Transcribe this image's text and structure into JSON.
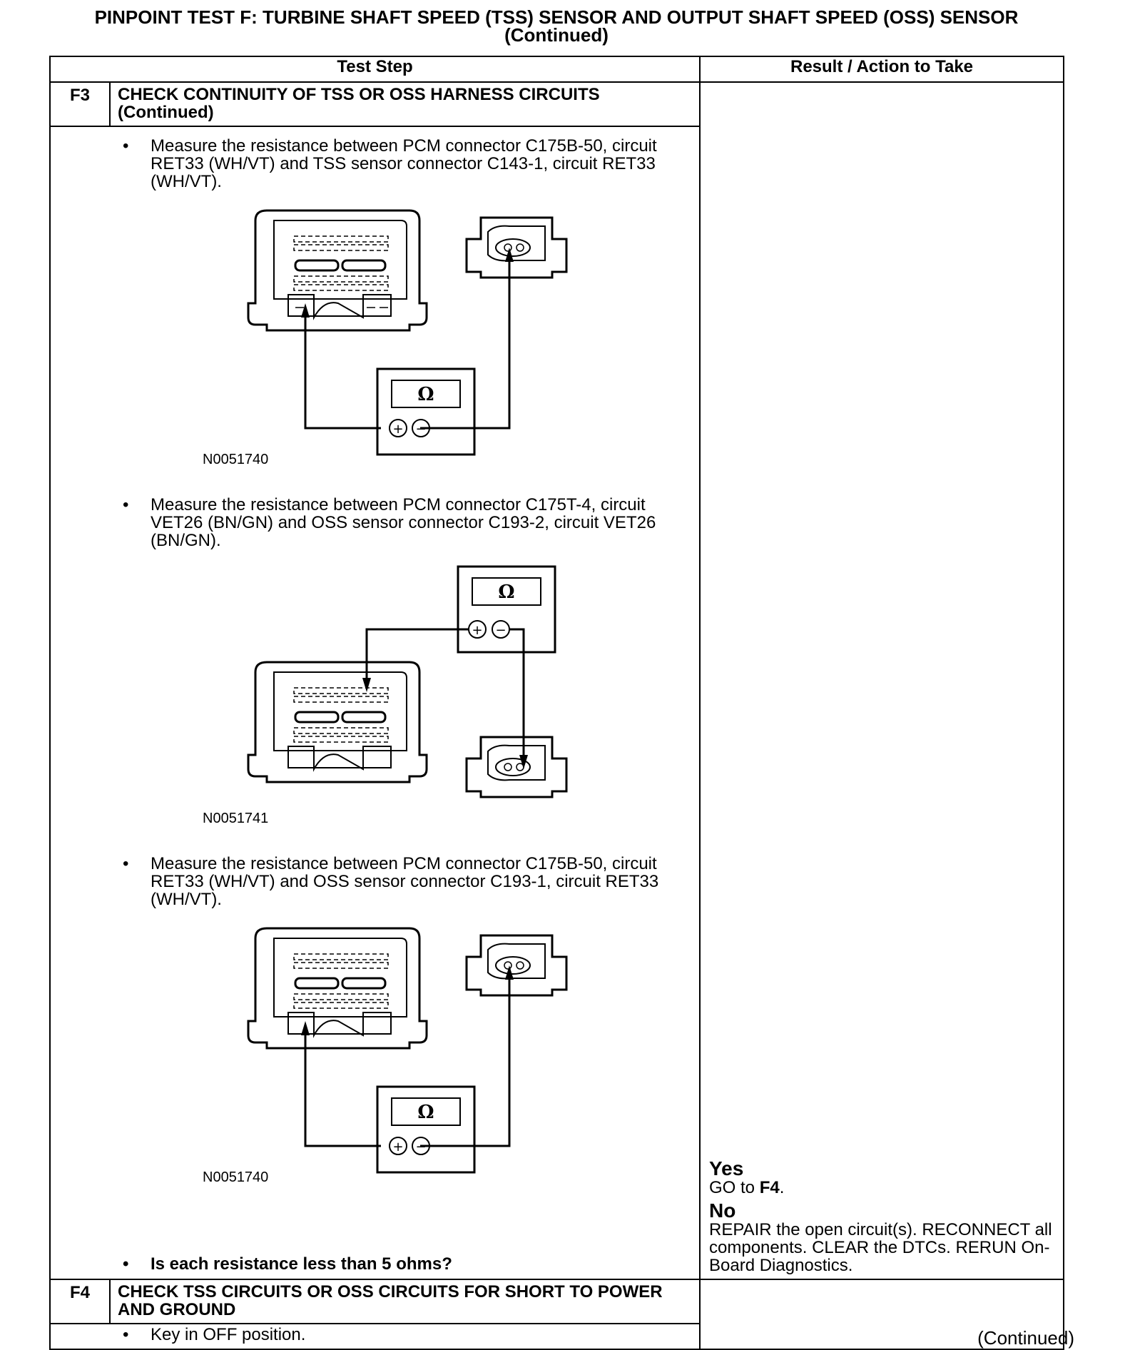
{
  "header": {
    "title": "PINPOINT TEST F: TURBINE SHAFT SPEED (TSS) SENSOR AND OUTPUT SHAFT SPEED (OSS) SENSOR (Continued)"
  },
  "table": {
    "col_test_step": "Test Step",
    "col_result": "Result / Action to Take"
  },
  "f3": {
    "id": "F3",
    "title": "CHECK CONTINUITY OF TSS OR OSS HARNESS CIRCUITS (Continued)",
    "bullet1": "Measure the resistance between PCM connector C175B-50, circuit RET33 (WH/VT) and TSS sensor connector C143-1, circuit RET33 (WH/VT).",
    "fig1_code": "N0051740",
    "bullet2": "Measure the resistance between PCM connector C175T-4, circuit VET26 (BN/GN) and OSS sensor connector C193-2, circuit VET26 (BN/GN).",
    "fig2_code": "N0051741",
    "bullet3": "Measure the resistance between PCM connector C175B-50, circuit RET33 (WH/VT) and OSS sensor connector C193-1, circuit RET33 (WH/VT).",
    "fig3_code": "N0051740",
    "question": "Is each resistance less than 5 ohms?",
    "yes_label": "Yes",
    "yes_text_prefix": "GO to ",
    "yes_target": "F4",
    "yes_text_suffix": ".",
    "no_label": "No",
    "no_text": "REPAIR the open circuit(s). RECONNECT all components. CLEAR the DTCs. RERUN On-Board Diagnostics."
  },
  "f4": {
    "id": "F4",
    "title": "CHECK TSS CIRCUITS OR OSS CIRCUITS FOR SHORT TO POWER AND GROUND",
    "bullet1": "Key in OFF position."
  },
  "footer": {
    "continued": "(Continued)"
  },
  "meter": {
    "symbol": "Ω",
    "plus": "+",
    "minus": "−"
  }
}
